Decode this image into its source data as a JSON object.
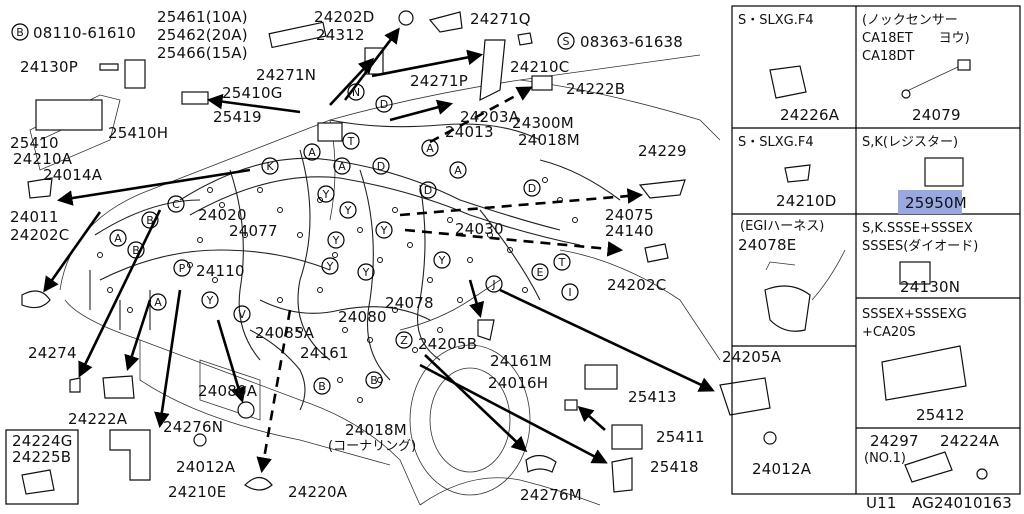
{
  "diagram_code": "U11",
  "figure_id": "AG24010163",
  "labels": {
    "p25461": "25461(10A)",
    "p25462": "25462(20A)",
    "p25466": "25466(15A)",
    "p24202d": "24202D",
    "p24312": "24312",
    "p24271q": "24271Q",
    "p08363": "08363-61638",
    "p08363_prefix": "S",
    "p08110": "08110-61610",
    "p08110_prefix": "B",
    "p24130p": "24130P",
    "p24271n": "24271N",
    "p24271p": "24271P",
    "p24210c": "24210C",
    "p25410g": "25410G",
    "p24222b": "24222B",
    "p24203a": "24203A",
    "p24013": "24013",
    "p24300m": "24300M",
    "p24018m": "24018M",
    "p25410": "25410",
    "p25419": "25419",
    "p25410h": "25410H",
    "p24210a": "24210A",
    "p24014a": "24014A",
    "p24229": "24229",
    "p24011": "24011",
    "p24202c_l": "24202C",
    "p24020": "24020",
    "p24077": "24077",
    "p24075": "24075",
    "p24030": "24030",
    "p24140": "24140",
    "p24110": "24110",
    "p24202c_r": "24202C",
    "p24078": "24078",
    "p24080": "24080",
    "p24085a": "24085A",
    "p24161": "24161",
    "p24205b": "24205B",
    "p24274": "24274",
    "p24080a": "24080A",
    "p24161m": "24161M",
    "p24205a": "24205A",
    "p24016h": "24016H",
    "p25413": "25413",
    "p24222a": "24222A",
    "p24276n": "24276N",
    "p24018m_b": "24018M",
    "p_cornering": "(コーナリング)",
    "p24224g": "24224G",
    "p24225b": "24225B",
    "p24012a_l": "24012A",
    "p25411": "25411",
    "p24012a_r": "24012A",
    "p24210e": "24210E",
    "p24220a": "24220A",
    "p24276m": "24276M",
    "p25418": "25418"
  },
  "bubbles": {
    "k": "K",
    "n": "N",
    "d": "D",
    "t": "T",
    "a": "A",
    "y": "Y",
    "c": "C",
    "b": "B",
    "p": "P",
    "v": "V",
    "e": "E",
    "j": "J",
    "i": "I",
    "z": "Z"
  },
  "panels": [
    {
      "header": [
        "S・SLXG.F4"
      ],
      "part": "24226A"
    },
    {
      "header": [
        "(ノックセンサー",
        "CA18ET　　ヨウ)",
        "CA18DT"
      ],
      "part": "24079"
    },
    {
      "header": [
        "S・SLXG.F4"
      ],
      "part": "24210D"
    },
    {
      "header": [
        "S,K(レジスター)"
      ],
      "part": "25950M"
    },
    {
      "header": [
        "(EGIハーネス)"
      ],
      "part": "24078E"
    },
    {
      "header": [
        "S,K.SSSE+SSSEX",
        "SSSES(ダイオード)"
      ],
      "part": "24130N"
    },
    {
      "header": [
        "SSSEX+SSSEXG",
        "+CA20S"
      ],
      "part": "25412"
    },
    {
      "header": [
        "24297",
        "(NO.1)"
      ],
      "header2": "24224A",
      "part": ""
    }
  ]
}
